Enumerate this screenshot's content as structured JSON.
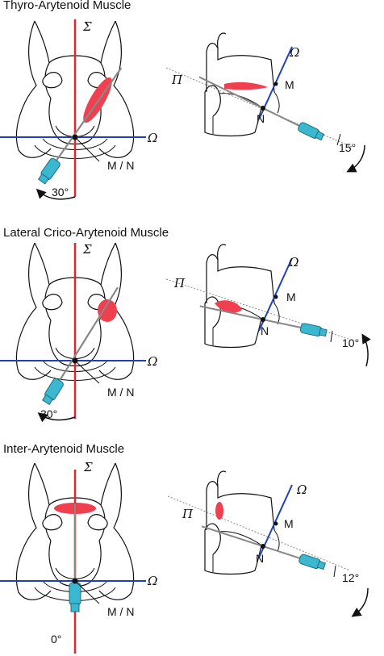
{
  "panels": [
    {
      "title": "Thyro-Arytenoid Muscle",
      "front": {
        "sigma": "Σ",
        "omega": "Ω",
        "mn": "M / N",
        "angle": "30°"
      },
      "side": {
        "pi": "Π",
        "omega": "Ω",
        "m": "M",
        "n": "N",
        "angle": "15°"
      }
    },
    {
      "title": "Lateral Crico-Arytenoid Muscle",
      "front": {
        "sigma": "Σ",
        "omega": "Ω",
        "mn": "M / N",
        "angle": "30°"
      },
      "side": {
        "pi": "Π",
        "omega": "Ω",
        "m": "M",
        "n": "N",
        "angle": "10°"
      }
    },
    {
      "title": "Inter-Arytenoid Muscle",
      "front": {
        "sigma": "Σ",
        "omega": "Ω",
        "mn": "M / N",
        "angle": "0°"
      },
      "side": {
        "pi": "Π",
        "omega": "Ω",
        "m": "M",
        "n": "N",
        "angle": "12°"
      }
    }
  ],
  "colors": {
    "sagittal_line": "#e8232a",
    "axial_line": "#1f3fbf",
    "muscle": "#f04050",
    "needle_hub": "#3bb8d0"
  },
  "icons": [
    "needle-icon",
    "rotation-arrow-icon"
  ]
}
